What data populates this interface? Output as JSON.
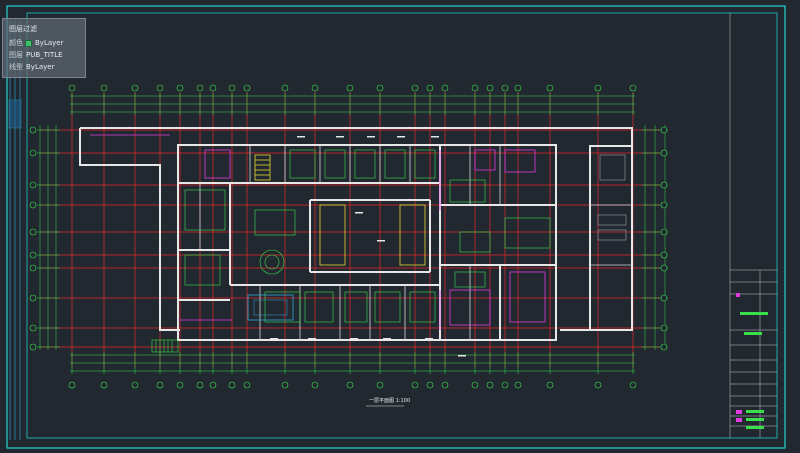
{
  "properties_panel": {
    "title": "图层过滤",
    "rows": [
      {
        "label": "颜色",
        "value": "ByLayer"
      },
      {
        "label": "图层",
        "value": "PUB_TITLE"
      },
      {
        "label": "线型",
        "value": "ByLayer"
      }
    ]
  },
  "drawing": {
    "caption": "一层平面图 1:100"
  },
  "colors": {
    "background": "#212830",
    "cyan_frame": "#22c7c9",
    "dimension_green": "#39e04c",
    "wall_white": "#e7e7e7",
    "axis_red": "#e32a2a",
    "magenta": "#e03be0",
    "yellow": "#e5d732"
  }
}
